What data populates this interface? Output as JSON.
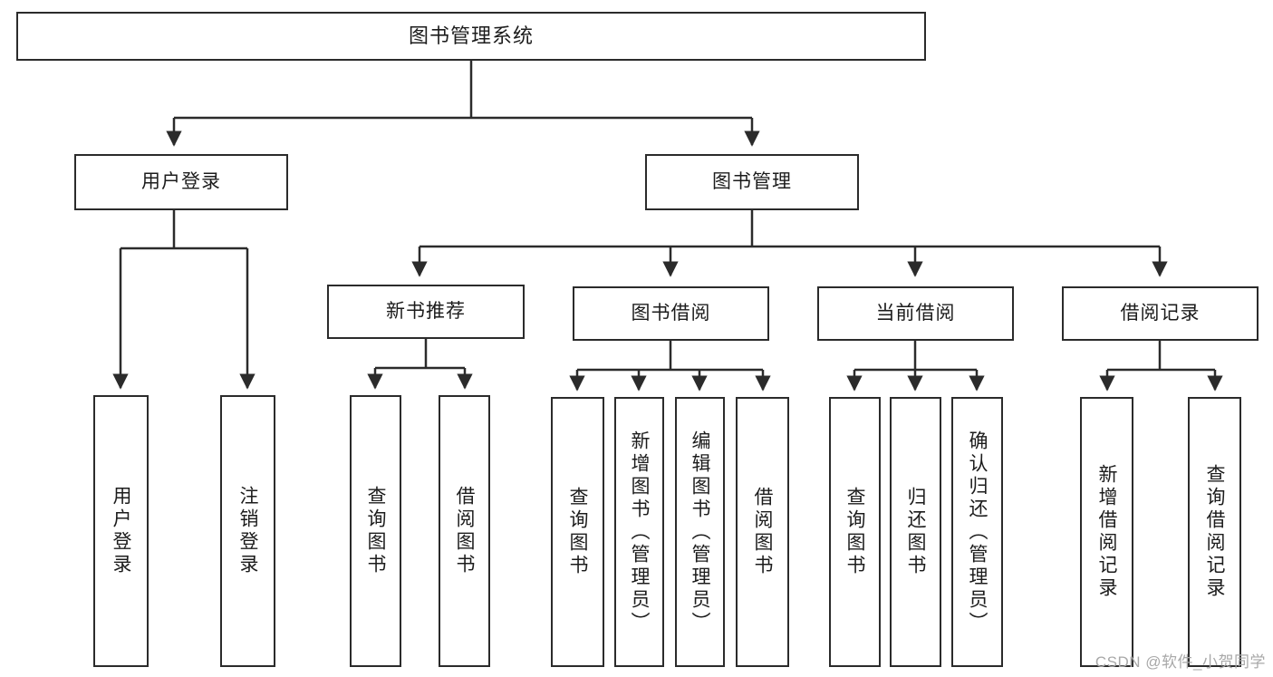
{
  "diagram": {
    "type": "tree-hierarchy-chart",
    "title": "图书管理系统",
    "colors": {
      "background": "#ffffff",
      "box_border": "#2b2b2b",
      "box_fill": "#ffffff",
      "connector": "#2b2b2b",
      "text": "#1c1c1c",
      "watermark": "#a8a8a8"
    },
    "root": {
      "label": "图书管理系统"
    },
    "level2": [
      {
        "label": "用户登录"
      },
      {
        "label": "图书管理"
      }
    ],
    "level3": [
      {
        "label": "新书推荐"
      },
      {
        "label": "图书借阅"
      },
      {
        "label": "当前借阅"
      },
      {
        "label": "借阅记录"
      }
    ],
    "leaves": {
      "user_login": [
        {
          "label": "用户登录"
        },
        {
          "label": "注销登录"
        }
      ],
      "new_book_recommend": [
        {
          "label": "查询图书"
        },
        {
          "label": "借阅图书"
        }
      ],
      "book_borrow": [
        {
          "label": "查询图书"
        },
        {
          "label": "新增图书（管理员）"
        },
        {
          "label": "编辑图书（管理员）"
        },
        {
          "label": "借阅图书"
        }
      ],
      "current_borrow": [
        {
          "label": "查询图书"
        },
        {
          "label": "归还图书"
        },
        {
          "label": "确认归还（管理员）"
        }
      ],
      "borrow_record": [
        {
          "label": "新增借阅记录"
        },
        {
          "label": "查询借阅记录"
        }
      ]
    }
  },
  "watermark": {
    "text": "CSDN @软件_小贺同学"
  }
}
